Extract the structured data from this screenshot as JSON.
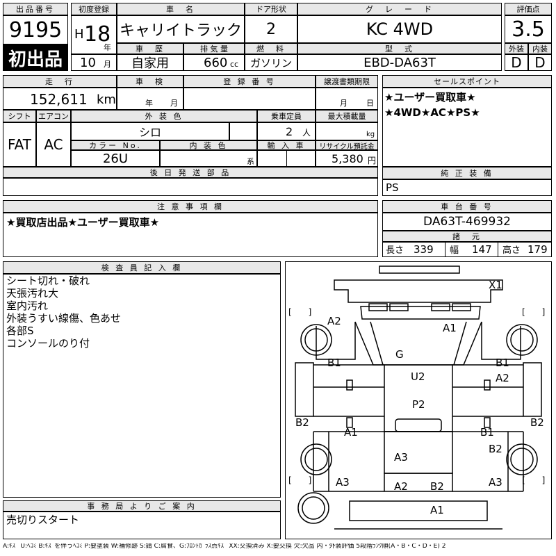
{
  "header": {
    "lot_label": "出品番号",
    "lot_no": "9195",
    "first_listing": "初出品",
    "reg_label": "初度登録",
    "era": "H",
    "year": "18",
    "year_unit": "年",
    "month": "10",
    "month_unit": "月",
    "name_label": "車　名",
    "car_name": "キャリイトラック",
    "door_label": "ドア形状",
    "doors": "2",
    "grade_label": "グ　レ　ー　ド",
    "grade": "KC 4WD",
    "history_label": "車　歴",
    "history": "自家用",
    "displacement_label": "排 気 量",
    "displacement": "660",
    "displacement_unit": "cc",
    "fuel_label": "燃　料",
    "fuel": "ガソリン",
    "model_label": "型　式",
    "model": "EBD-DA63T",
    "score_label": "評価点",
    "score": "3.5",
    "ext_label": "外装",
    "int_label": "内装",
    "ext_grade": "D",
    "int_grade": "D"
  },
  "row2": {
    "mileage_label": "走　行",
    "mileage": "152,611",
    "mileage_unit": "km",
    "inspection_label": "車　検",
    "insp_year": "年",
    "insp_month": "月",
    "regno_label": "登 録 番 号",
    "transfer_label": "譲渡書類期限",
    "tr_month": "月",
    "tr_day": "日",
    "shift_label": "シフト",
    "ac_label": "エアコン",
    "shift": "FAT",
    "ac": "AC",
    "ext_color_label": "外 装 色",
    "ext_color": "シロ",
    "capacity_label": "乗車定員",
    "capacity": "2",
    "capacity_unit": "人",
    "load_label": "最大積載量",
    "load_unit": "kg",
    "color_no_label": "カラー No.",
    "color_no": "26U",
    "int_color_label": "内 装 色",
    "int_color_unit": "系",
    "import_label": "輸 入 車",
    "recycle_label": "リサイクル預託金",
    "recycle": "5,380",
    "recycle_unit": "円",
    "later_parts_label": "後 日 発 送 部 品"
  },
  "sales": {
    "label": "セールスポイント",
    "line1": "★ユーザー買取車★",
    "line2": "★4WD★AC★PS★",
    "genuine_label": "純 正 装 備",
    "genuine": "PS"
  },
  "notes": {
    "label": "注 意 事 項 欄",
    "text": "★買取店出品★ユーザー買取車★"
  },
  "chassis": {
    "label": "車 台 番 号",
    "number": "DA63T-469932",
    "specs_label": "諸　元",
    "len_label": "長さ",
    "length": "339",
    "width_label": "幅",
    "width": "147",
    "height_label": "高さ",
    "height": "179"
  },
  "inspector": {
    "label": "検 査 員 記 入 欄",
    "lines": [
      "シート切れ・破れ",
      "天張汚れ大",
      "室内汚れ",
      "外装うすい線傷、色あせ",
      "各部S",
      "コンソールのり付"
    ]
  },
  "office": {
    "label": "事 務 局 よ り ご 案 内",
    "text": "売切りスタート"
  },
  "diagram": {
    "marks": {
      "x1": "X1",
      "a2_fl": "A2",
      "a1_hood": "A1",
      "b1_l": "B1",
      "b1_r": "B1",
      "a2_r": "A2",
      "g": "G",
      "u2": "U2",
      "p2": "P2",
      "b2_l": "B2",
      "b2_r": "B2",
      "a1_l": "A1",
      "b1_rm": "B1",
      "b2_rr": "B2",
      "a3_bed": "A3",
      "a3_l": "A3",
      "a3_r": "A3",
      "a2_bed": "A2",
      "b2_bed": "B2",
      "a1_rear": "A1"
    },
    "bracket": "[　　]"
  },
  "legend": "A:ｷｽﾞ U:ﾍｺﾐ B:ｷｽﾞを伴うﾍｺﾐ P:要塗装 W:補修跡 S:錆 C:腐食、G:ﾌﾛﾝﾄｶﾞﾗｽ点ｷｽﾞ XX:交換済み X:要交換 欠:欠品 内・外装評価 5段階ﾗﾝｸ順(A・B・C・D・E) 2"
}
